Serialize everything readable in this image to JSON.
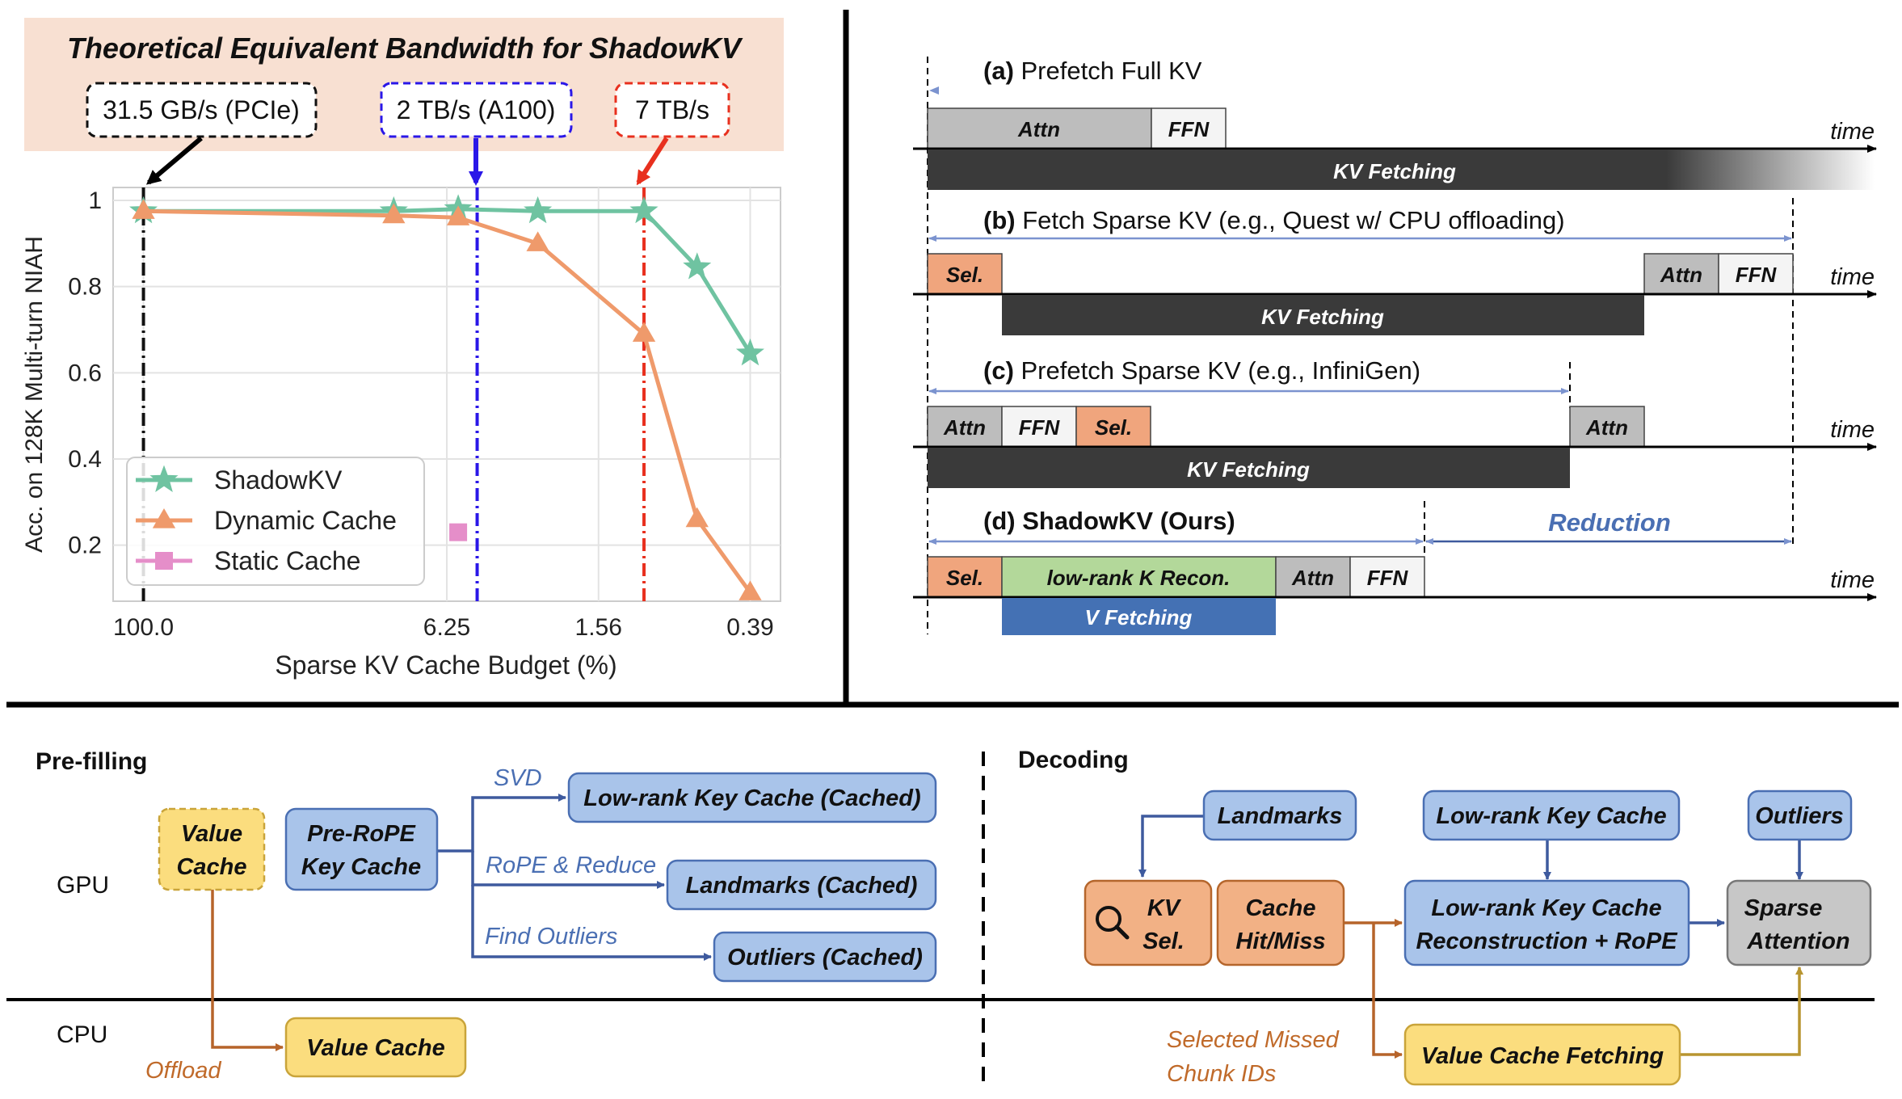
{
  "chart": {
    "title": "Theoretical Equivalent Bandwidth for ShadowKV",
    "bandwidth_labels": [
      "31.5 GB/s (PCIe)",
      "2 TB/s (A100)",
      "7 TB/s"
    ],
    "colors": {
      "band_bg": "#f8e0d2",
      "pcie": "#111111",
      "a100": "#2a17e8",
      "seven": "#e8301e",
      "shadowkv": "#6fc3a1",
      "dynamic": "#ef9a6b",
      "static": "#e58ec9"
    }
  },
  "chart_data": {
    "type": "line",
    "xlabel": "Sparse KV Cache Budget (%)",
    "ylabel": "Acc. on 128K Multi-turn NIAH",
    "x_tick_labels": [
      "100.0",
      "6.25",
      "1.56",
      "0.39"
    ],
    "x_tick_positions": [
      0,
      4,
      6,
      8
    ],
    "xlim": [
      -0.4,
      8.4
    ],
    "y_ticks": [
      0.2,
      0.4,
      0.6,
      0.8,
      1
    ],
    "y_tick_labels": [
      "0.2",
      "0.4",
      "0.6",
      "0.8",
      "1"
    ],
    "ylim": [
      0.07,
      1.03
    ],
    "legend": "lower-left",
    "vlines": [
      0,
      4.4,
      6.6
    ],
    "series": [
      {
        "name": "ShadowKV",
        "marker": "star",
        "x": [
          0,
          3.3,
          4.15,
          5.2,
          6.6,
          7.3,
          8
        ],
        "y": [
          0.975,
          0.975,
          0.98,
          0.975,
          0.975,
          0.845,
          0.645
        ]
      },
      {
        "name": "Dynamic Cache",
        "marker": "triangle",
        "x": [
          0,
          3.3,
          4.15,
          5.2,
          6.6,
          7.3,
          8
        ],
        "y": [
          0.975,
          0.965,
          0.96,
          0.9,
          0.69,
          0.26,
          0.09
        ]
      },
      {
        "name": "Static Cache",
        "marker": "square",
        "x": [
          4.15
        ],
        "y": [
          0.23
        ]
      }
    ]
  },
  "timeline": {
    "time_label": "time",
    "reduction_label": "Reduction",
    "colors": {
      "sel": "#f0a57d",
      "attn": "#bdbdbd",
      "ffn": "#f4f4f4",
      "fetch": "#3a3a3a",
      "recon": "#b3d89a",
      "vfetch": "#4471b4",
      "arrow": "#7b93cf"
    },
    "rows": [
      {
        "title_prefix": "(a)",
        "title_rest": " Prefetch Full KV"
      },
      {
        "title_prefix": "(b)",
        "title_rest": " Fetch Sparse KV (e.g., Quest w/ CPU offloading)"
      },
      {
        "title_prefix": "(c)",
        "title_rest": " Prefetch Sparse KV (e.g., InfiniGen)"
      },
      {
        "title_prefix": "(d)",
        "title_rest": " ShadowKV (Ours)"
      }
    ],
    "labels": {
      "attn": "Attn",
      "ffn": "FFN",
      "sel": "Sel.",
      "kv_fetching": "KV Fetching",
      "recon": "low-rank K Recon.",
      "v_fetching": "V Fetching"
    }
  },
  "bottom": {
    "prefill_title": "Pre-filling",
    "decoding_title": "Decoding",
    "gpu_label": "GPU",
    "cpu_label": "CPU",
    "colors": {
      "blue_fill": "#a9c4ea",
      "blue_stroke": "#4a6fb3",
      "yellow_fill": "#fbdd7e",
      "yellow_stroke": "#c9a43a",
      "orange_fill": "#f2b185",
      "orange_stroke": "#b5662c",
      "gray_fill": "#c7c7c7",
      "gray_stroke": "#777777",
      "blue_arrow": "#3e5a9e",
      "orange_arrow": "#b6642a",
      "gold_arrow": "#b89530",
      "label_blue": "#4a6fb3",
      "label_orange": "#c06a2a"
    },
    "prefill": {
      "value_cache": [
        "Value",
        "Cache"
      ],
      "prerope": [
        "Pre-RoPE",
        "Key Cache"
      ],
      "lowrank_cached": "Low-rank Key Cache (Cached)",
      "landmarks_cached": "Landmarks (Cached)",
      "outliers_cached": "Outliers (Cached)",
      "svd": "SVD",
      "rope_reduce": "RoPE & Reduce",
      "find_outliers": "Find Outliers",
      "value_cache_cpu": "Value Cache",
      "offload": "Offload"
    },
    "decode": {
      "landmarks": "Landmarks",
      "lowrank_key_cache": "Low-rank Key Cache",
      "outliers": "Outliers",
      "kv_sel": [
        "KV",
        "Sel."
      ],
      "cache_hit": [
        "Cache",
        "Hit/Miss"
      ],
      "recon": [
        "Low-rank Key Cache",
        "Reconstruction + RoPE"
      ],
      "sparse_attn": [
        "Sparse",
        "Attention"
      ],
      "value_fetching": "Value Cache Fetching",
      "selected": [
        "Selected Missed",
        "Chunk IDs"
      ],
      "search_icon": "search-icon"
    }
  }
}
